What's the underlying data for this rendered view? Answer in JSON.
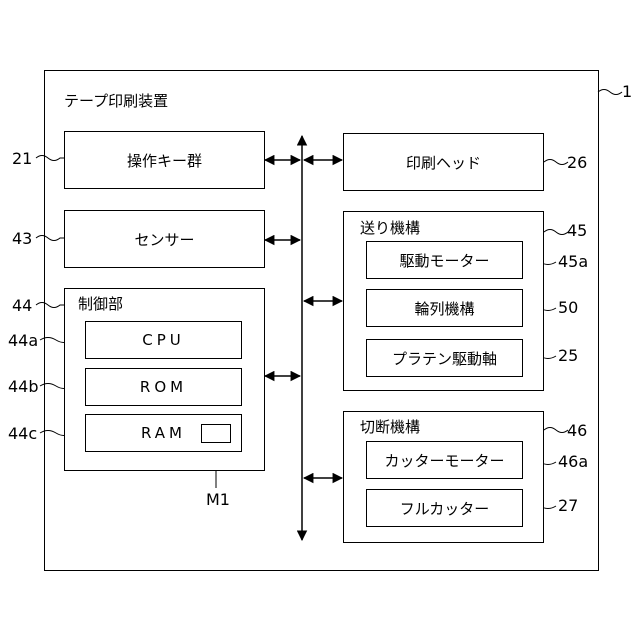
{
  "outer": {
    "title": "テープ印刷装置",
    "ref": "1"
  },
  "op_keys": {
    "label": "操作キー群",
    "ref": "21"
  },
  "sensor": {
    "label": "センサー",
    "ref": "43"
  },
  "control": {
    "label": "制御部",
    "ref": "44",
    "cpu": {
      "label": "CPU",
      "ref": "44a"
    },
    "rom": {
      "label": "ROM",
      "ref": "44b"
    },
    "ram": {
      "label": "RAM",
      "ref": "44c",
      "memory_ref": "M1"
    }
  },
  "print_head": {
    "label": "印刷ヘッド",
    "ref": "26"
  },
  "feed": {
    "label": "送り機構",
    "ref": "45",
    "motor": {
      "label": "駆動モーター",
      "ref": "45a"
    },
    "gear": {
      "label": "輪列機構",
      "ref": "50"
    },
    "platen": {
      "label": "プラテン駆動軸",
      "ref": "25"
    }
  },
  "cutter": {
    "label": "切断機構",
    "ref": "46",
    "motor": {
      "label": "カッターモーター",
      "ref": "46a"
    },
    "full": {
      "label": "フルカッター",
      "ref": "27"
    }
  }
}
